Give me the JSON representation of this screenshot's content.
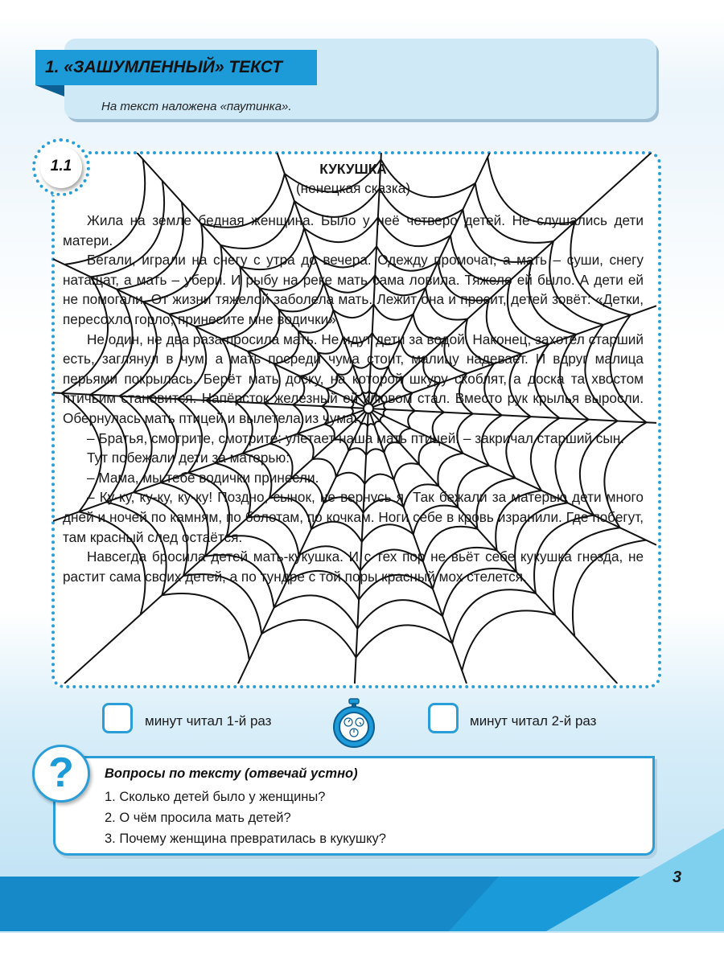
{
  "header": {
    "title": "1. «ЗАШУМЛЕННЫЙ» ТЕКСТ",
    "subtitle": "На текст наложена «паутинка»."
  },
  "exercise": {
    "number": "1.1",
    "title": "КУКУШКА",
    "subtitle": "(ненецкая сказка)",
    "paragraphs": [
      "Жила на земле бедная женщина. Было у неё четверо детей. Не слушались дети матери.",
      "Бегали, играли на снегу с утра до вечера. Одежду промочат, а мать – суши, снегу натащат, а мать – убери. И рыбу на реке мать сама ловила. Тяжело ей было. А дети ей не помогали. От жизни тяжелой заболела мать. Лежит она и просит, детей зовёт: «Детки, пересохло горло, принесите мне водички».",
      "Не один, не два раза просила мать. Не идут дети за водой. Наконец, захотел старший есть, заглянул в чум, а мать посреди чума стоит, малицу надевает. И вдруг малица перьями покрылась. Берёт мать доску, на которой шкуру скоблят, а доска та хвостом птичьим становится. Напёрсток железный ей клювом стал. Вместо рук крылья выросли. Обернулась мать птицей и вылетела из чума.",
      "– Братья, смотрите, смотрите: улетает наша мать птицей! – закричал старший сын.",
      "Тут побежали дети за матерью:",
      "– Мама, мы тебе водички принесли.",
      "– Ку-ку, ку-ку, ку-ку! Поздно, сынок, не вернусь я. Так бежали за матерью дети много дней и ночей по камням, по болотам, по кочкам. Ноги себе в кровь изранили. Где побегут, там красный след остаётся.",
      "Навсегда бросила детей мать-кукушка. И с тех пор не вьёт себе кукушка гнезда, не растит сама своих детей, а по тундре с той поры красный мох стелется."
    ]
  },
  "timer": {
    "first_label": "минут читал 1-й раз",
    "second_label": "минут читал 2-й раз"
  },
  "questions": {
    "mark": "?",
    "title": "Вопросы по тексту (отвечай устно)",
    "items": [
      "1. Сколько детей было у женщины?",
      "2. О чём просила мать детей?",
      "3. Почему женщина превратилась в кукушку?"
    ]
  },
  "page_number": "3",
  "colors": {
    "accent": "#1d9ad8",
    "header_bg": "#cfe9f7",
    "dotted_border": "#2b9ed8"
  },
  "icons": [
    "spider-web-overlay",
    "stopwatch-icon",
    "question-mark-icon"
  ]
}
